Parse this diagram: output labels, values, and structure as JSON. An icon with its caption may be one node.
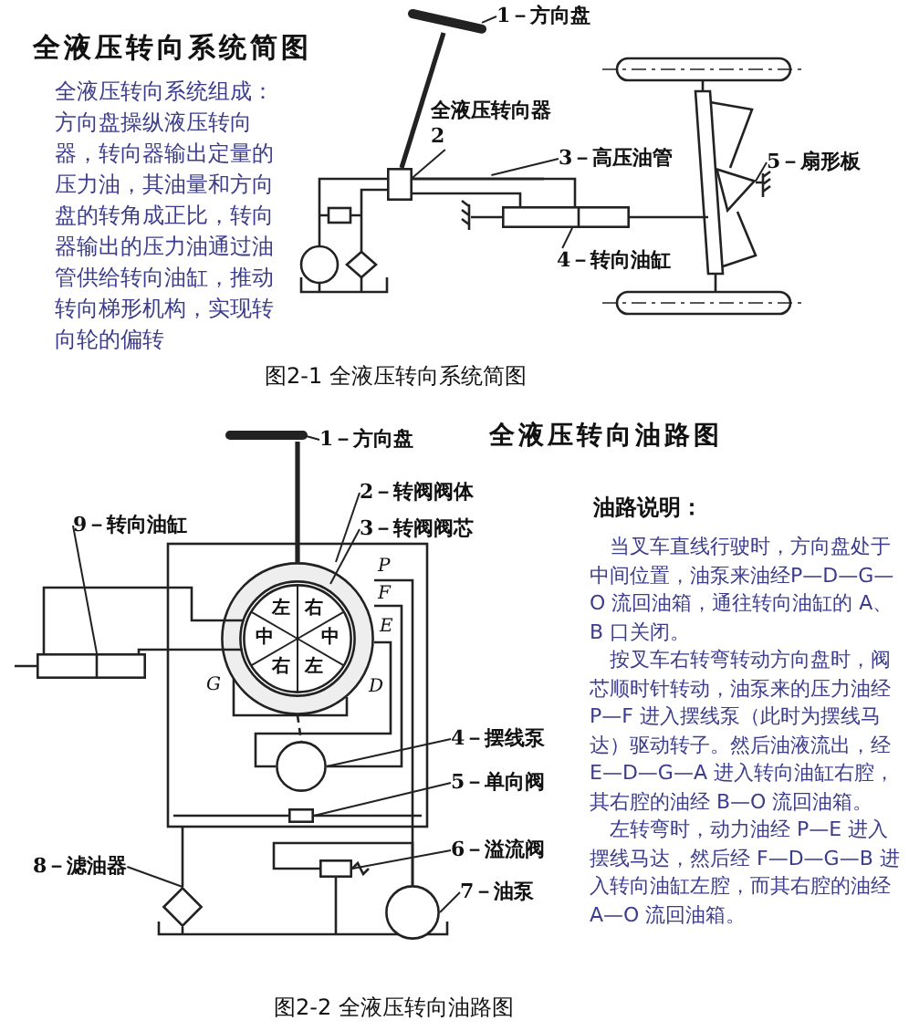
{
  "diagram": {
    "nodes": [
      {
        "text": [
          "1－方向盘"
        ]
      },
      {
        "text": [],
        "shape": "bar"
      },
      {
        "text": [
          "全液压转向器",
          "2"
        ]
      },
      {
        "text": [],
        "shape": "box"
      },
      {
        "text": [
          "3－高压油管"
        ]
      },
      {
        "text": [],
        "shape": "line"
      },
      {
        "text": [
          "5－扇形板"
        ]
      },
      {
        "text": [],
        "shape": "triangle"
      },
      {
        "text": [
          "4－转向油缸"
        ]
      },
      {
        "text": [],
        "shape": "box"
      },
      {
        "text": [
          "1－方向盘"
        ]
      },
      {
        "text": [],
        "shape": "bar"
      },
      {
        "text": [
          "9－转向油缸"
        ]
      },
      {
        "text": [
          "2－转阀阀体"
        ]
      },
      {
        "text": [],
        "shape": "ring"
      },
      {
        "text": [],
        "shape": "circle",
        "in": 14
      },
      {
        "text": [
          "3－转阀阀芯"
        ]
      },
      {
        "text": [],
        "shape": "box"
      },
      {
        "text": [
          "4－摆线泵"
        ]
      },
      {
        "text": [],
        "shape": "circle"
      },
      {
        "text": [
          "5－单向阀"
        ]
      },
      {
        "text": [],
        "shape": "box"
      },
      {
        "text": [
          "6－溢流阀"
        ]
      },
      {
        "text": [],
        "shape": "box"
      },
      {
        "text": [
          "8－滤油器"
        ]
      },
      {
        "text": [],
        "shape": "diamond"
      },
      {
        "text": [
          "7－油泵"
        ]
      },
      {
        "text": [],
        "shape": "circle"
      }
    ],
    "edges": [
      {
        "from": 0,
        "to": 1,
        "arrow": "none"
      },
      {
        "from": 2,
        "to": 3,
        "arrow": "none"
      },
      {
        "from": 4,
        "to": 5,
        "arrow": "none"
      },
      {
        "from": 6,
        "to": 7,
        "arrow": "none"
      },
      {
        "from": 8,
        "to": 9,
        "arrow": "none"
      },
      {
        "from": 10,
        "to": 11,
        "arrow": "none"
      },
      {
        "from": 12,
        "to": 17,
        "arrow": "none"
      },
      {
        "from": 13,
        "to": 14,
        "arrow": "none"
      },
      {
        "from": 16,
        "to": 15,
        "arrow": "none"
      },
      {
        "from": 18,
        "to": 19,
        "arrow": "none"
      },
      {
        "from": 20,
        "to": 21,
        "arrow": "none"
      },
      {
        "from": 22,
        "to": 23,
        "arrow": "none"
      },
      {
        "from": 24,
        "to": 25,
        "arrow": "none"
      },
      {
        "from": 26,
        "to": 27,
        "arrow": "none"
      },
      {
        "from": 1,
        "to": 3,
        "arrow": "none",
        "style": "thick"
      },
      {
        "from": 3,
        "to": 9,
        "arrow": "none"
      },
      {
        "from": 11,
        "to": 14,
        "arrow": "none",
        "style": "thick"
      },
      {
        "from": 15,
        "to": 17,
        "arrow": "none"
      },
      {
        "from": 15,
        "to": 17,
        "arrow": "none"
      },
      {
        "from": 19,
        "to": 14,
        "arrow": "none"
      },
      {
        "from": 19,
        "to": 14,
        "arrow": "none"
      },
      {
        "from": 27,
        "to": 14,
        "arrow": "none"
      },
      {
        "from": 5,
        "to": 9,
        "arrow": "none"
      },
      {
        "from": 23,
        "to": 27,
        "arrow": "none"
      },
      {
        "from": 14,
        "to": 19,
        "arrow": "none",
        "style": "dashed"
      }
    ],
    "labels": [
      "全液压转向系统简图",
      "全液压转向系统组成：方向盘操纵液压转向器，转向器输出定量的压力油，其油量和方向盘的转角成正比，转向器输出的压力油通过油管供给转向油缸，推动转向梯形机构，实现转向轮的偏转",
      "图2-1 全液压转向系统简图",
      "全液压转向油路图",
      "油路说明：",
      "当叉车直线行驶时，方向盘处于中间位置，油泵来油经P—D—G—O 流回油箱，通往转向油缸的 A、B 口关闭。",
      "按叉车右转弯转动方向盘时，阀芯顺时针转动，油泵来的压力油经 P—F 进入摆线泵（此时为摆线马达）驱动转子。然后油液流出，经 E—D—G—A 进入转向油缸右腔，其右腔的油经 B—O 流回油箱。",
      "左转弯时，动力油经 P—E 进入摆线马达，然后经 F—D—G—B 进入转向油缸左腔，而其右腔的油经 A—O 流回油箱。",
      "P",
      "F",
      "E",
      "G",
      "D",
      "左",
      "右",
      "中",
      "中",
      "右",
      "左",
      "图2-2 全液压转向油路图"
    ]
  }
}
